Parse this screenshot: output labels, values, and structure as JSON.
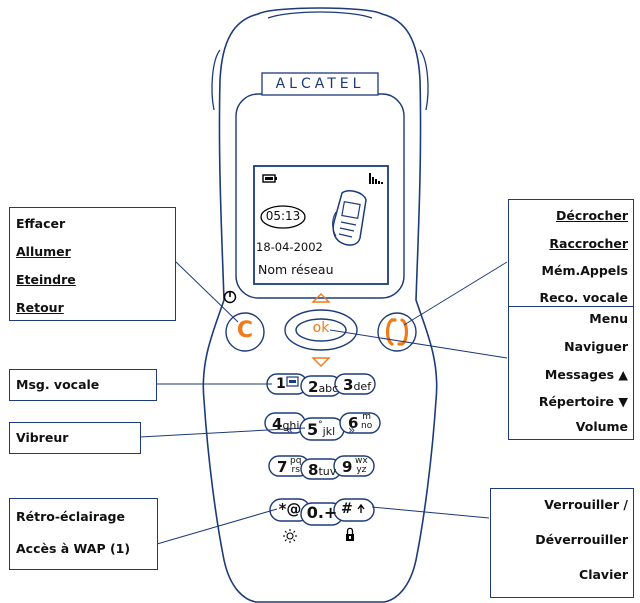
{
  "brand": "ALCATEL",
  "screen": {
    "time": "05:13",
    "date": "18-04-2002",
    "network": "Nom réseau"
  },
  "keys": {
    "c": "C",
    "ok": "ok",
    "k1": "1",
    "k2": "2",
    "k2_letters": "abc",
    "k3": "3",
    "k3_letters": "def",
    "k4": "4",
    "k4_letters": "ghi",
    "k5": "5",
    "k5_letters": "jkl",
    "k6": "6",
    "k6_top": "m",
    "k6_bottom": "no",
    "k7": "7",
    "k7_top": "pq",
    "k7_bottom": "rs",
    "k8": "8",
    "k8_letters": "tuv",
    "k9": "9",
    "k9_top": "wx",
    "k9_bottom": "yz",
    "star": "*@",
    "zero": "0.+",
    "hash": "#"
  },
  "labels": {
    "left_top": [
      "Effacer",
      "Allumer",
      "Eteindre",
      "Retour"
    ],
    "msg_vocale": "Msg. vocale",
    "vibreur": "Vibreur",
    "retro": [
      "Rétro-éclairage",
      "Accès à WAP (1)"
    ],
    "right_top": [
      "Décrocher",
      "Raccrocher",
      "Mém.Appels",
      "Reco. vocale"
    ],
    "menu": [
      "Menu",
      "Naviguer",
      "Messages",
      "Répertoire",
      "Volume"
    ],
    "lock": [
      "Verrouiller /",
      "Déverrouiller",
      "Clavier"
    ]
  }
}
